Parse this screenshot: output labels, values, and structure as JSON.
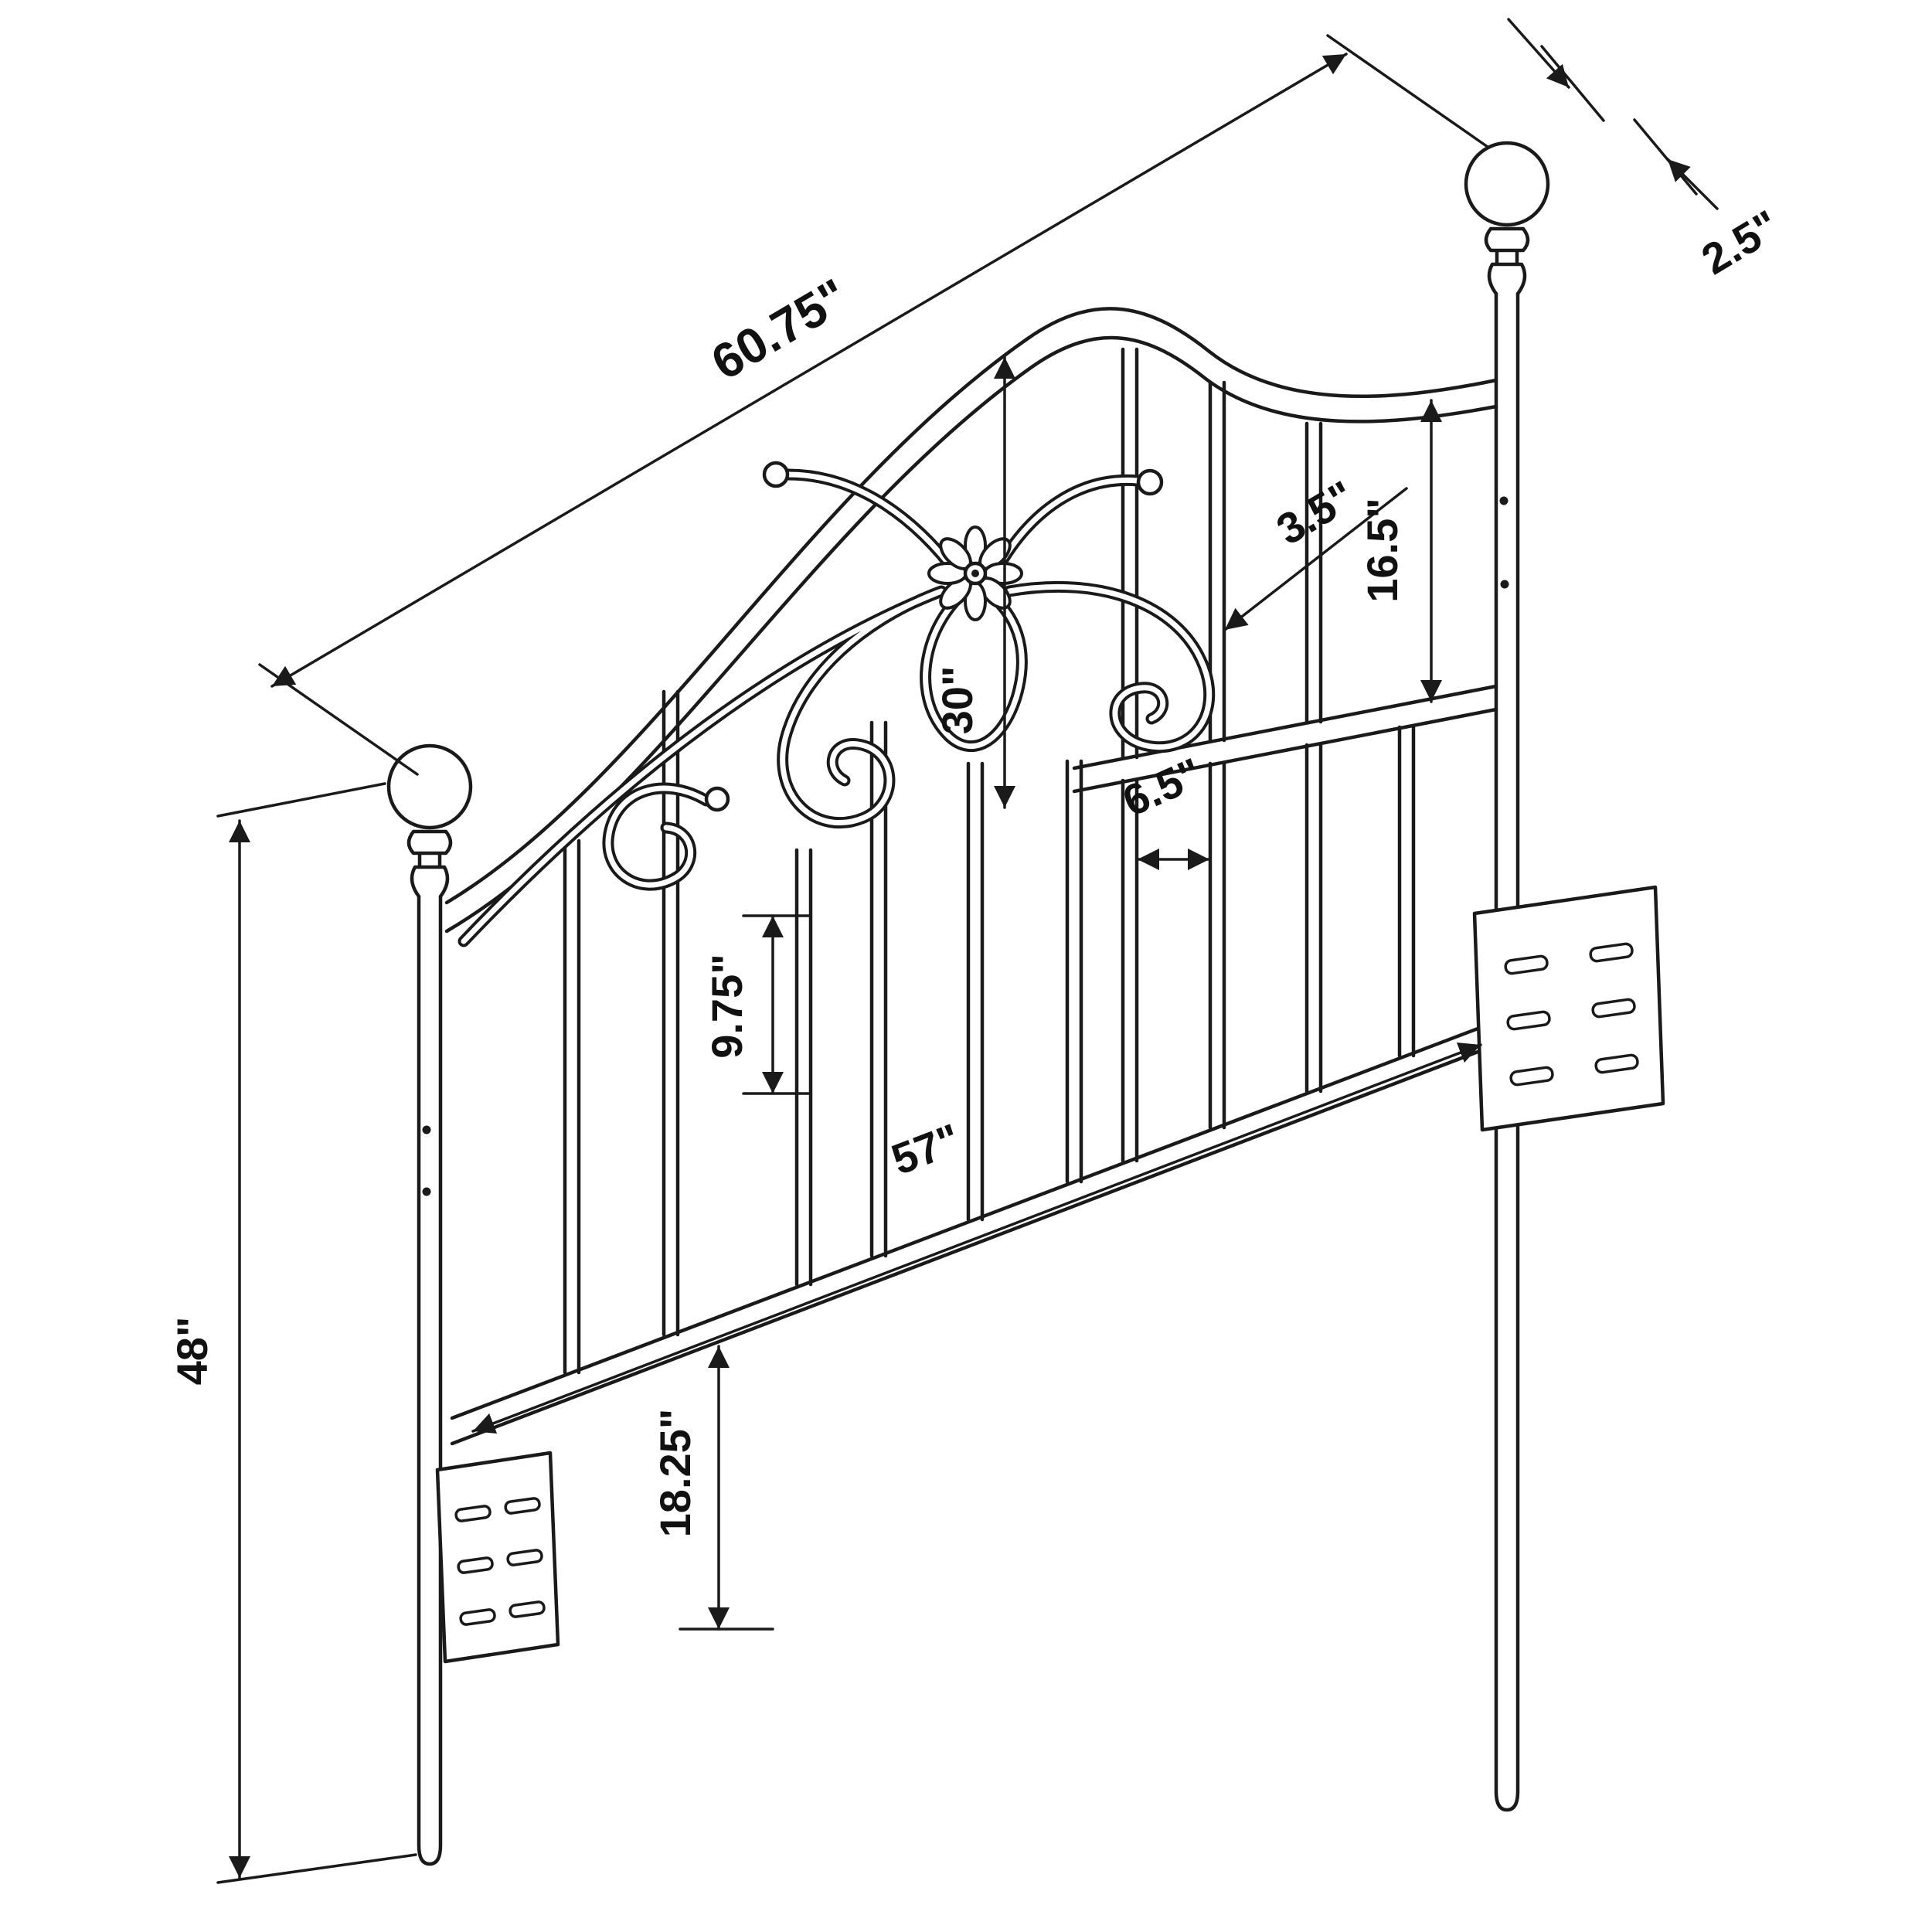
{
  "page": {
    "background": "#ffffff",
    "line_color": "#1a1a1a"
  },
  "dimensions": {
    "overall_width": {
      "label": "60.75\""
    },
    "finial_diameter": {
      "label": "2.5\""
    },
    "scroll_gap": {
      "label": "3.5\""
    },
    "upper_grill_height": {
      "label": "16.5\""
    },
    "arch_height": {
      "label": "30\""
    },
    "spindle_spacing": {
      "label": "6.5\""
    },
    "lower_spindle_height": {
      "label": "9.75\""
    },
    "inner_width": {
      "label": "57\""
    },
    "leg_height": {
      "label": "18.25\""
    },
    "overall_height": {
      "label": "48\""
    }
  }
}
